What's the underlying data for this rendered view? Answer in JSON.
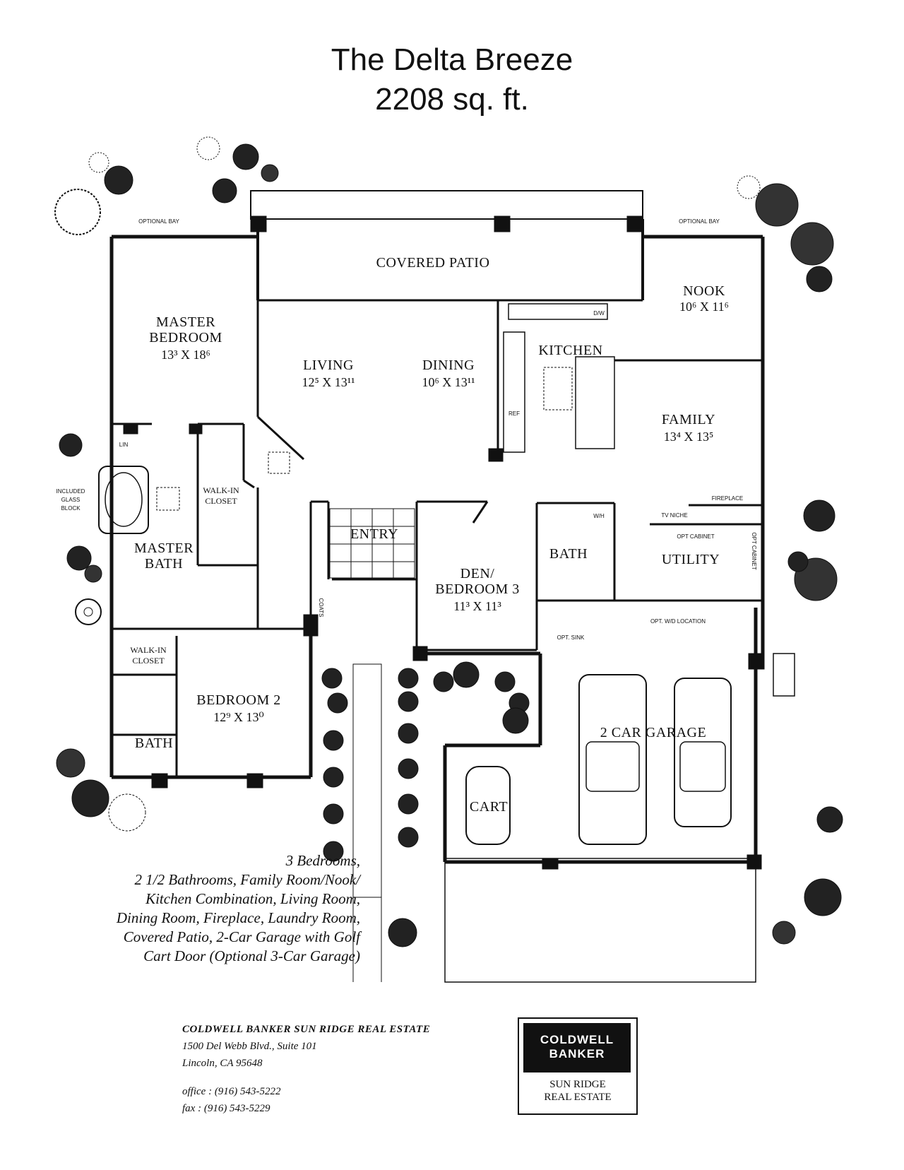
{
  "header": {
    "title": "The Delta Breeze",
    "subtitle": "2208 sq. ft."
  },
  "rooms": {
    "covered_patio": "COVERED PATIO",
    "nook": "NOOK",
    "nook_dim": "10⁶ X 11⁶",
    "master_bedroom_l1": "MASTER",
    "master_bedroom_l2": "BEDROOM",
    "master_bedroom_dim": "13³ X 18⁶",
    "living": "LIVING",
    "living_dim": "12⁵ X 13¹¹",
    "dining": "DINING",
    "dining_dim": "10⁶ X 13¹¹",
    "kitchen": "KITCHEN",
    "family": "FAMILY",
    "family_dim": "13⁴ X 13⁵",
    "walk_in_closet_l1": "WALK-IN",
    "walk_in_closet_l2": "CLOSET",
    "master_bath_l1": "MASTER",
    "master_bath_l2": "BATH",
    "entry": "ENTRY",
    "den_l1": "DEN/",
    "den_l2": "BEDROOM 3",
    "den_dim": "11³ X 11³",
    "bath": "BATH",
    "utility": "UTILITY",
    "walk_in_closet2_l1": "WALK-IN",
    "walk_in_closet2_l2": "CLOSET",
    "bedroom2": "BEDROOM 2",
    "bedroom2_dim": "12⁹ X 13⁰",
    "bath2": "BATH",
    "garage": "2 CAR GARAGE",
    "cart": "CART"
  },
  "labels": {
    "optional_bay_left": "OPTIONAL BAY",
    "optional_bay_right": "OPTIONAL BAY",
    "lin": "LIN",
    "included_glass_block_l1": "INCLUDED",
    "included_glass_block_l2": "GLASS",
    "included_glass_block_l3": "BLOCK",
    "dw": "D/W",
    "ref": "REF",
    "fireplace": "FIREPLACE",
    "tv_niche": "TV NICHE",
    "opt_cabinet": "OPT CABINET",
    "opt_cabinet_side": "OPT CABINET",
    "wh": "W/H",
    "coats": "COATS",
    "opt_w_d_location": "OPT. W/D LOCATION",
    "opt_sink": "OPT. SINK"
  },
  "features": [
    "3 Bedrooms,",
    "2 1/2 Bathrooms, Family Room/Nook/",
    "Kitchen Combination, Living Room,",
    "Dining Room, Fireplace, Laundry Room,",
    "Covered Patio, 2-Car Garage with Golf",
    "Cart Door (Optional 3-Car Garage)"
  ],
  "company": {
    "name": "COLDWELL BANKER SUN RIDGE REAL ESTATE",
    "address1": "1500 Del Webb Blvd., Suite 101",
    "address2": "Lincoln, CA 95648",
    "office": "office : (916) 543-5222",
    "fax": "fax :     (916) 543-5229"
  },
  "logo": {
    "line1": "COLDWELL",
    "line2": "BANKER",
    "sub1": "SUN RIDGE",
    "sub2": "REAL ESTATE"
  }
}
